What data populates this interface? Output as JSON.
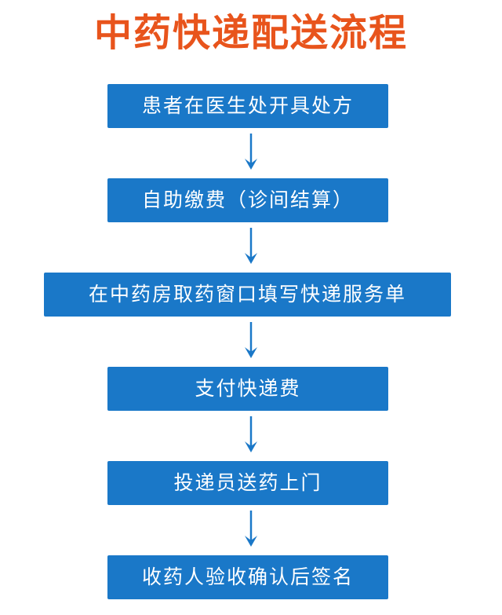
{
  "title": "中药快递配送流程",
  "steps": [
    {
      "label": "患者在医生处开具处方"
    },
    {
      "label": "自助缴费（诊间结算）"
    },
    {
      "label": "在中药房取药窗口填写快递服务单"
    },
    {
      "label": "支付快递费"
    },
    {
      "label": "投递员送药上门"
    },
    {
      "label": "收药人验收确认后签名"
    }
  ],
  "colors": {
    "title": "#e8541c",
    "box": "#1a78c8",
    "arrow": "#1a78c8",
    "box_text": "#ffffff",
    "background": "#ffffff"
  }
}
